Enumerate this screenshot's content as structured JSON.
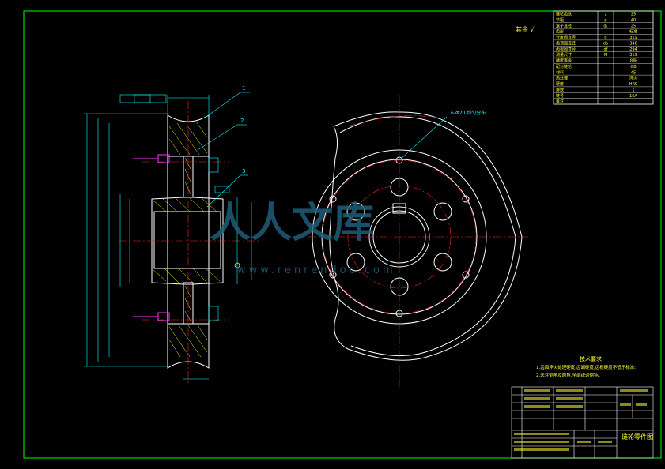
{
  "colors": {
    "background": "#000000",
    "border": "#00ff00",
    "outline": "#ffffff",
    "center_line": "#ff2020",
    "dimension": "#00ffff",
    "hatch": "#ffff00",
    "leader": "#00ffff",
    "callout": "#ff33ff",
    "table_text": "#ffff33",
    "watermark": "#1f5f7a"
  },
  "drawing": {
    "surface_finish_note": "其余 √",
    "section_leader_labels": [
      "1",
      "2",
      "3"
    ],
    "side_view_leader_label": "6-Φ20 均匀分布",
    "technical_requirements": {
      "title": "技术要求",
      "lines": [
        "1.齿面淬火处理硬度,齿面硬度,齿根硬度不低于标准;",
        "2.未注倒角及圆角,全部锐边倒钝。"
      ]
    },
    "watermark": {
      "text": "人人文库",
      "subtext": "www.renrendoc.com"
    }
  },
  "param_table": {
    "rows": [
      [
        "链轮齿数",
        "z",
        "25"
      ],
      [
        "节距",
        "p",
        "40"
      ],
      [
        "滚子直径",
        "d₁",
        "25"
      ],
      [
        "齿形",
        "",
        "标准"
      ],
      [
        "分度圆直径",
        "d",
        "319"
      ],
      [
        "齿顶圆直径",
        "da",
        "340"
      ],
      [
        "齿根圆直径",
        "df",
        "294"
      ],
      [
        "测量尺寸",
        "M",
        "319"
      ],
      [
        "精度等级",
        "",
        "8级"
      ],
      [
        "配对链轮",
        "",
        "GB"
      ],
      [
        "材料",
        "",
        "45"
      ],
      [
        "热处理",
        "",
        "淬火"
      ],
      [
        "硬度",
        "",
        "HRC"
      ],
      [
        "排数",
        "",
        "1"
      ],
      [
        "链号",
        "",
        "16A"
      ],
      [
        "备注",
        "",
        ""
      ]
    ]
  },
  "title_block": {
    "drawing_title": "链轮零件图"
  }
}
